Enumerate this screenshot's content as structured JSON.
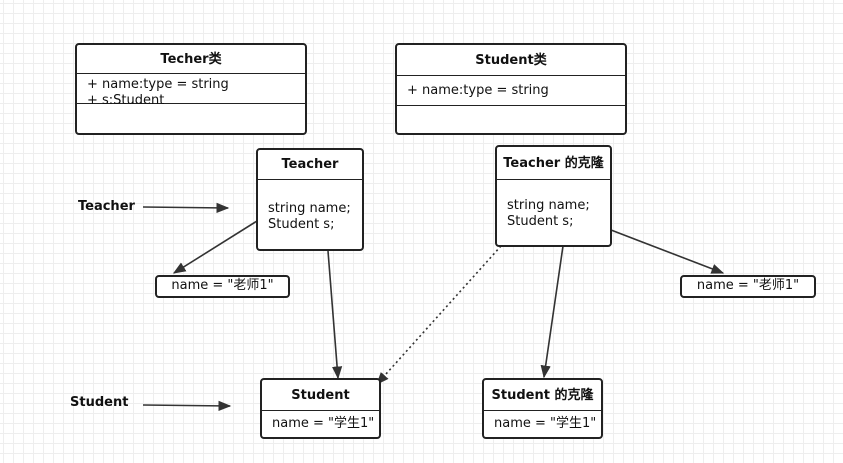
{
  "classes": {
    "techer": {
      "title": "Techer类",
      "attrs": [
        "+ name:type = string",
        "+ s:Student"
      ]
    },
    "student": {
      "title": "Student类",
      "attrs": [
        "+ name:type = string"
      ]
    }
  },
  "objects": {
    "teacher": {
      "title": "Teacher",
      "fields": [
        "string name;",
        "Student s;"
      ]
    },
    "teacher_clone": {
      "title": "Teacher 的克隆",
      "fields": [
        "string name;",
        "Student s;"
      ]
    },
    "student": {
      "title": "Student",
      "fields": [
        "name = \"学生1\""
      ]
    },
    "student_clone": {
      "title": "Student 的克隆",
      "fields": [
        "name = \"学生1\""
      ]
    }
  },
  "values": {
    "teacher_name": "name = \"老师1\"",
    "clone_name": "name = \"老师1\""
  },
  "labels": {
    "teacher": "Teacher",
    "student": "Student"
  },
  "colors": {
    "line": "#333333",
    "grid": "#eeeeee"
  }
}
